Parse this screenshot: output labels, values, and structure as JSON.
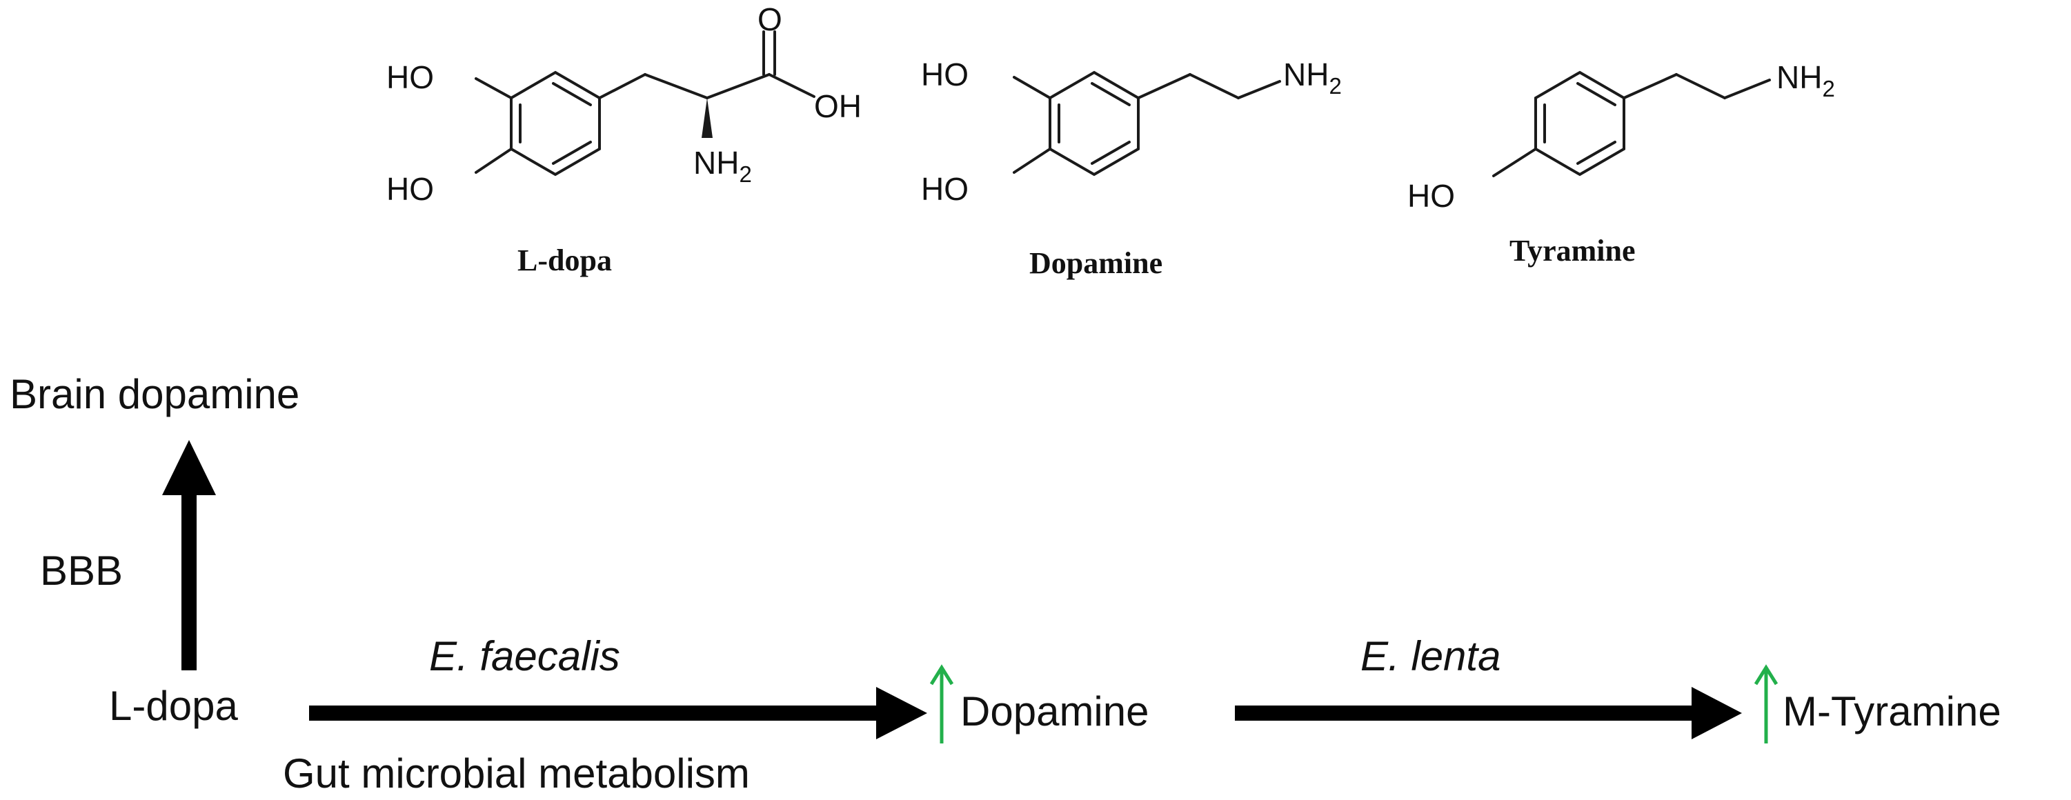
{
  "molecules": {
    "ldopa": {
      "name": "L-dopa",
      "labels": {
        "oh_top": "HO",
        "oh_bottom": "HO",
        "carbonyl_o": "O",
        "acid_oh": "OH",
        "amine": "NH",
        "amine_sub": "2"
      }
    },
    "dopamine": {
      "name": "Dopamine",
      "labels": {
        "oh_top": "HO",
        "oh_bottom": "HO",
        "amine": "NH",
        "amine_sub": "2"
      }
    },
    "tyramine": {
      "name": "Tyramine",
      "labels": {
        "oh": "HO",
        "amine": "NH",
        "amine_sub": "2"
      }
    }
  },
  "pathway": {
    "brain_dopamine": "Brain dopamine",
    "bbb": "BBB",
    "ldopa": "L-dopa",
    "enzyme1": "E. faecalis",
    "gut_metabolism": "Gut microbial metabolism",
    "dopamine": "Dopamine",
    "enzyme2": "E. lenta",
    "m_tyramine": "M-Tyramine",
    "increase_symbol": "↑"
  },
  "colors": {
    "arrow": "#000000",
    "increase_arrow": "#22b04b",
    "text": "#111111"
  }
}
